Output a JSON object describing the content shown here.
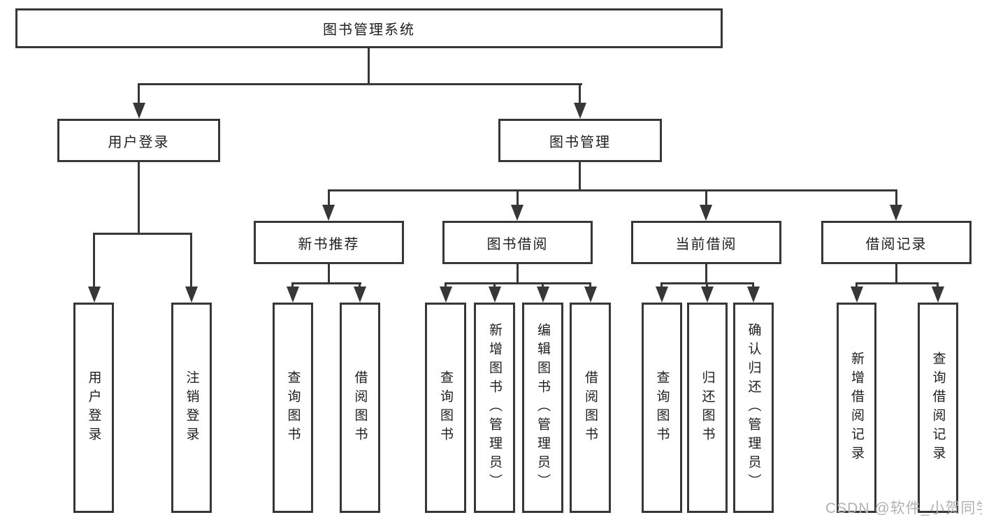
{
  "diagram": {
    "root": {
      "label": "图书管理系统"
    },
    "branches": [
      {
        "label": "用户登录",
        "children": [
          {
            "label": "用户登录"
          },
          {
            "label": "注销登录"
          }
        ]
      },
      {
        "label": "图书管理",
        "children": [
          {
            "label": "新书推荐",
            "children": [
              {
                "label": "查询图书"
              },
              {
                "label": "借阅图书"
              }
            ]
          },
          {
            "label": "图书借阅",
            "children": [
              {
                "label": "查询图书"
              },
              {
                "label": "新增图书（管理员）"
              },
              {
                "label": "编辑图书（管理员）"
              },
              {
                "label": "借阅图书"
              }
            ]
          },
          {
            "label": "当前借阅",
            "children": [
              {
                "label": "查询图书"
              },
              {
                "label": "归还图书"
              },
              {
                "label": "确认归还（管理员）"
              }
            ]
          },
          {
            "label": "借阅记录",
            "children": [
              {
                "label": "新增借阅记录"
              },
              {
                "label": "查询借阅记录"
              }
            ]
          }
        ]
      }
    ]
  },
  "watermark": {
    "text": "CSDN @软件_小贺同学"
  },
  "colors": {
    "line": "#373737",
    "box_border": "#373737",
    "text": "#1e1e1e",
    "background": "#ffffff",
    "watermark": "#b4b0b4"
  }
}
